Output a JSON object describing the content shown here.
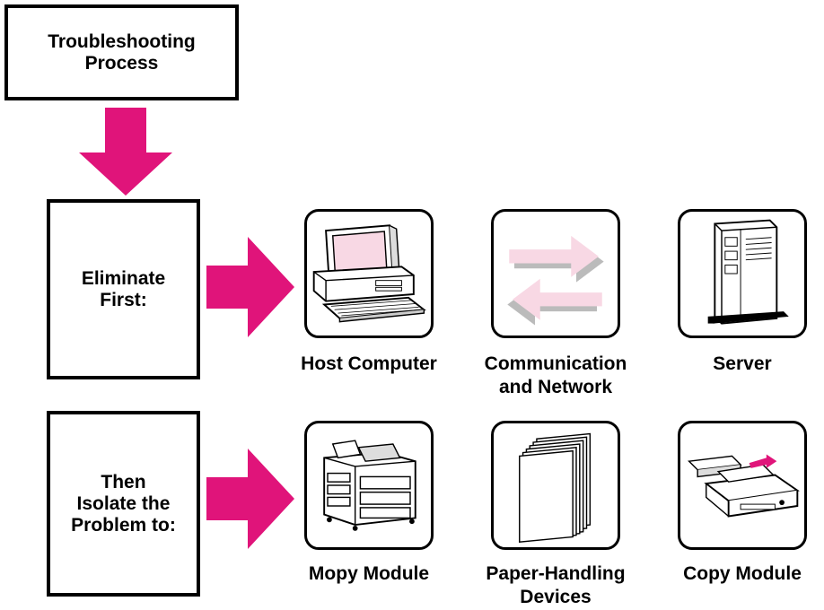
{
  "colors": {
    "accent": "#e0147a",
    "pink_light": "#f8d8e4",
    "line": "#000000"
  },
  "process_box": {
    "label": "Troubleshooting\nProcess"
  },
  "eliminate_box": {
    "label": "Eliminate\nFirst:"
  },
  "isolate_box": {
    "label": "Then\nIsolate the\nProblem to:"
  },
  "eliminate_items": [
    {
      "label": "Host Computer",
      "icon": "computer-icon"
    },
    {
      "label": "Communication\nand Network",
      "icon": "network-arrows-icon"
    },
    {
      "label": "Server",
      "icon": "server-icon"
    }
  ],
  "isolate_items": [
    {
      "label": "Mopy Module",
      "icon": "printer-icon"
    },
    {
      "label": "Paper-Handling\nDevices",
      "icon": "paper-stack-icon"
    },
    {
      "label": "Copy Module",
      "icon": "scanner-icon"
    }
  ]
}
